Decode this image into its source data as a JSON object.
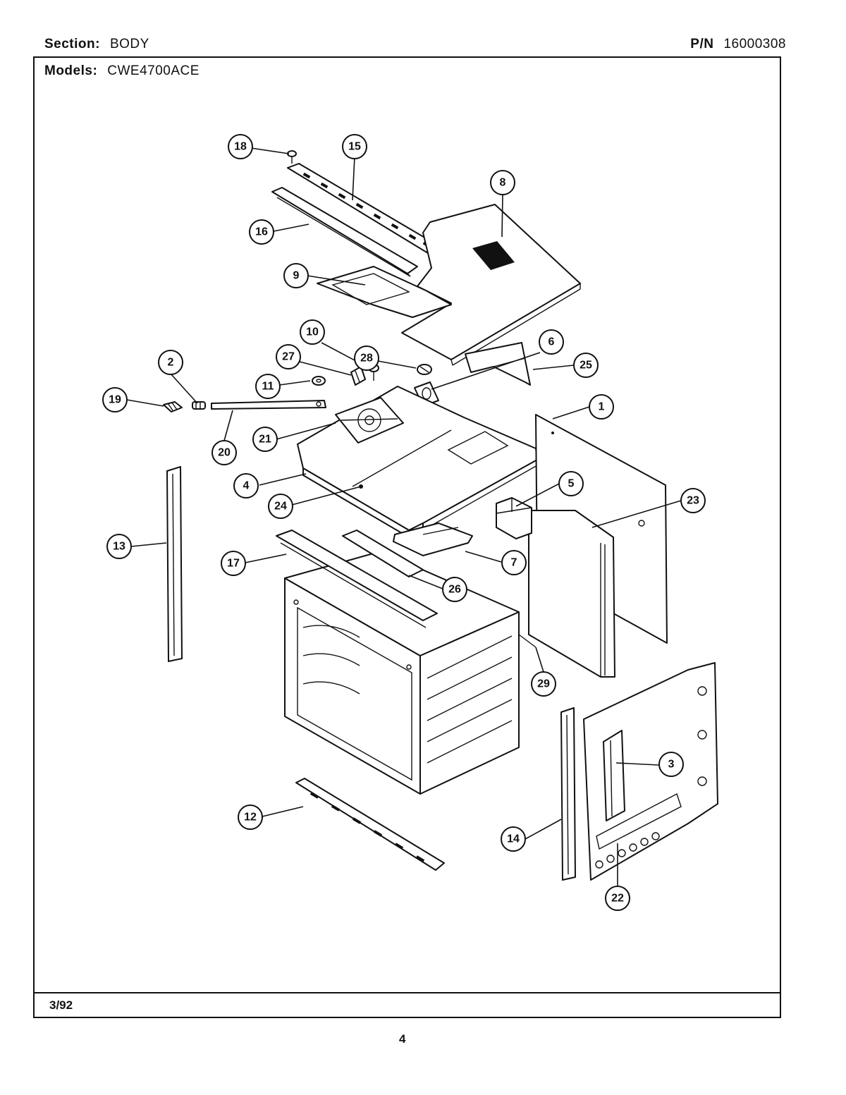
{
  "header": {
    "section_label": "Section:",
    "section_value": "BODY",
    "pn_label": "P/N",
    "pn_value": "16000308",
    "models_label": "Models:",
    "models_value": "CWE4700ACE"
  },
  "footer": {
    "date": "3/92",
    "page_number": "4"
  },
  "callouts": [
    "1",
    "2",
    "3",
    "4",
    "5",
    "6",
    "7",
    "8",
    "9",
    "10",
    "11",
    "12",
    "13",
    "14",
    "15",
    "16",
    "17",
    "18",
    "19",
    "20",
    "21",
    "22",
    "23",
    "24",
    "25",
    "26",
    "27",
    "28",
    "29"
  ]
}
